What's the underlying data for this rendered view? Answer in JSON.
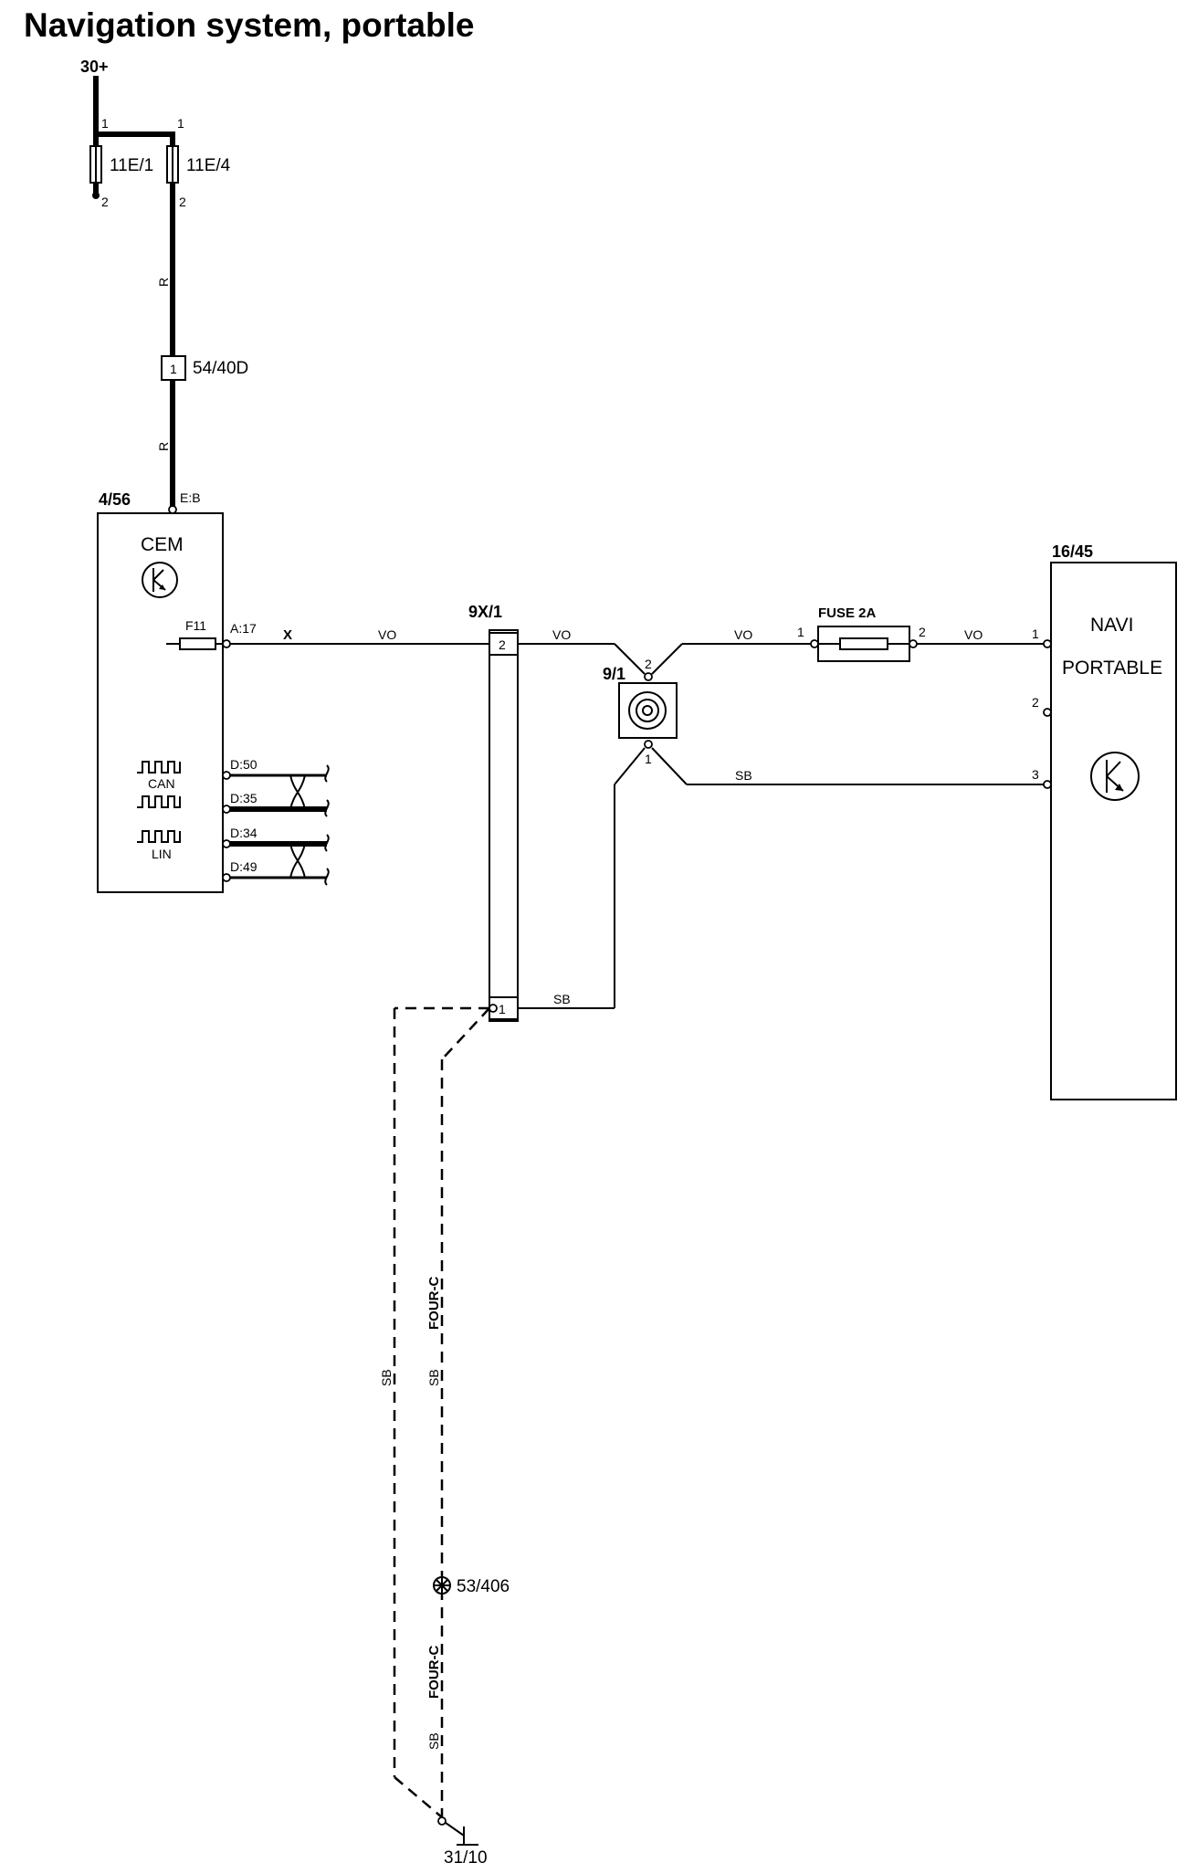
{
  "title": "Navigation system, portable",
  "supply": {
    "label": "30+"
  },
  "fuses": {
    "f1": {
      "name": "11E/1",
      "pin_top": "1",
      "pin_bottom": "2"
    },
    "f2": {
      "name": "11E/4",
      "pin_top": "1",
      "pin_bottom": "2"
    }
  },
  "wire_color_r1": "R",
  "wire_color_r2": "R",
  "connector_54": {
    "name": "54/40D",
    "pin": "1"
  },
  "cem": {
    "id": "4/56",
    "name": "CEM",
    "pin_power": "E:B",
    "fuse_label": "F11",
    "pin_out": "A:17",
    "can_label": "CAN",
    "lin_label": "LIN",
    "bus_pins": [
      "D:50",
      "D:35",
      "D:34",
      "D:49"
    ]
  },
  "wire_x_label": "X",
  "wire_vo_1": "VO",
  "connector_9x": {
    "name": "9X/1",
    "pin_top": "2",
    "pin_bottom": "1"
  },
  "wire_vo_2": "VO",
  "socket_9": {
    "name": "9/1",
    "pin_top": "2",
    "pin_bottom": "1"
  },
  "wire_vo_3": "VO",
  "fuse_2a": {
    "name": "FUSE 2A",
    "pin_left": "1",
    "pin_right": "2"
  },
  "wire_vo_4": "VO",
  "wire_sb_upper": "SB",
  "wire_sb_lower": "SB",
  "navi": {
    "id": "16/45",
    "line1": "NAVI",
    "line2": "PORTABLE",
    "pins": [
      "1",
      "2",
      "3"
    ]
  },
  "ground_path": {
    "variant_top": "FOUR-C",
    "variant_bottom": "FOUR-C",
    "sb_left": "SB",
    "sb_mid": "SB",
    "sb_bottom": "SB",
    "splice": "53/406",
    "ground": "31/10"
  }
}
